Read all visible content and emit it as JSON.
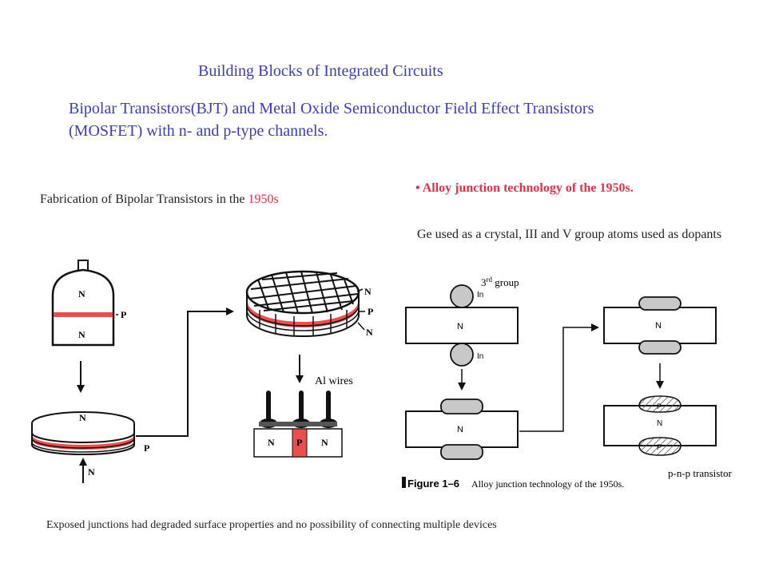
{
  "title": "Building Blocks of Integrated Circuits",
  "subtitle": "Bipolar Transistors(BJT)  and  Metal Oxide Semiconductor Field Effect Transistors (MOSFET) with n- and p-type channels.",
  "fabrication": {
    "caption": "Fabrication of Bipolar Transistors in the ",
    "year": "1950s",
    "label_n": "N",
    "label_p": "P",
    "al_wires": "Al wires",
    "block_n_left": "N",
    "block_p": "P",
    "block_n_right": "N"
  },
  "alloy": {
    "heading": "• Alloy junction technology of the 1950s.",
    "description": "Ge used as a crystal, III and V group atoms used as dopants",
    "group_number": "3",
    "group_sup": "rd",
    "group_word": " group",
    "label_n": "N",
    "label_in": "In",
    "label_p": "P",
    "figure_label": "Figure 1–6",
    "figure_caption": "Alloy junction technology of the 1950s.",
    "pnp_label": "p-n-p transistor"
  },
  "footer": "Exposed junctions had degraded surface properties and no possibility of connecting multiple devices",
  "colors": {
    "title": "#3b3fb5",
    "accent_red": "#e0304a",
    "junction_red": "#e8504e",
    "ink": "#111111"
  }
}
